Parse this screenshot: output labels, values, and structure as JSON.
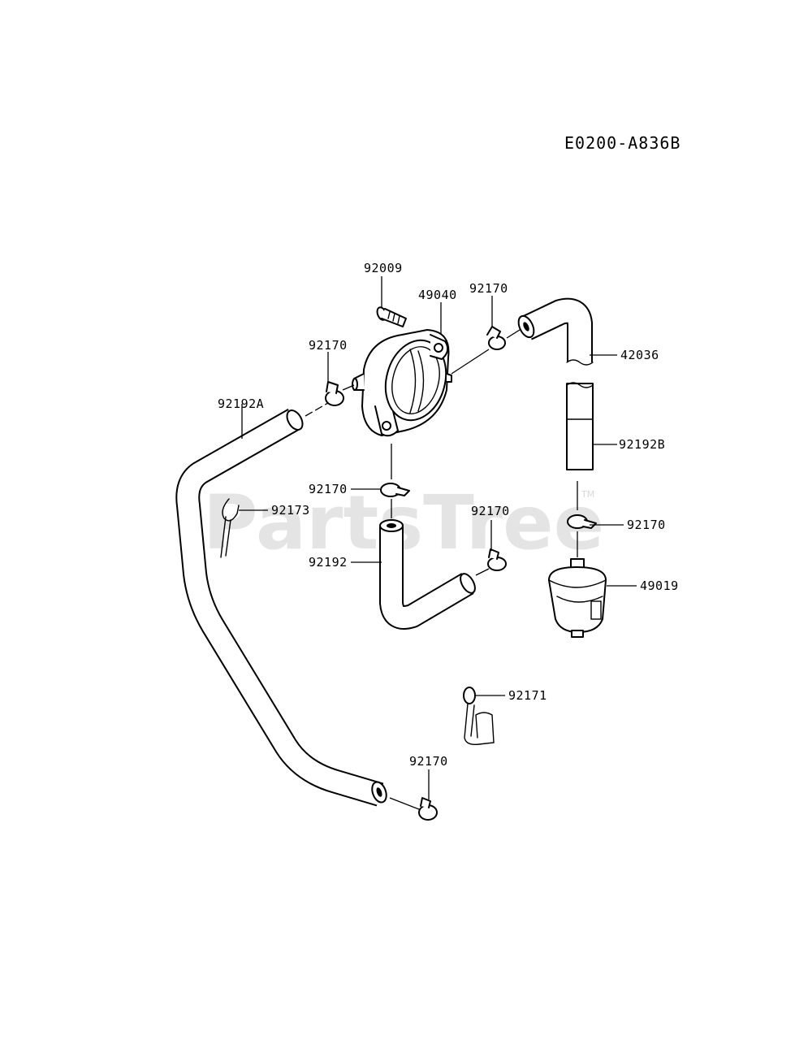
{
  "diagram": {
    "code": "E0200-A836B",
    "watermark": "PartsTree",
    "watermark_tm": "TM"
  },
  "labels": [
    {
      "id": "92009",
      "text": "92009"
    },
    {
      "id": "49040",
      "text": "49040"
    },
    {
      "id": "92170-a",
      "text": "92170"
    },
    {
      "id": "92170-b",
      "text": "92170"
    },
    {
      "id": "42036",
      "text": "42036"
    },
    {
      "id": "92192A",
      "text": "92192A"
    },
    {
      "id": "92192B",
      "text": "92192B"
    },
    {
      "id": "92170-c",
      "text": "92170"
    },
    {
      "id": "92173",
      "text": "92173"
    },
    {
      "id": "92170-d",
      "text": "92170"
    },
    {
      "id": "92170-e",
      "text": "92170"
    },
    {
      "id": "92192",
      "text": "92192"
    },
    {
      "id": "49019",
      "text": "49019"
    },
    {
      "id": "92171",
      "text": "92171"
    },
    {
      "id": "92170-f",
      "text": "92170"
    }
  ]
}
